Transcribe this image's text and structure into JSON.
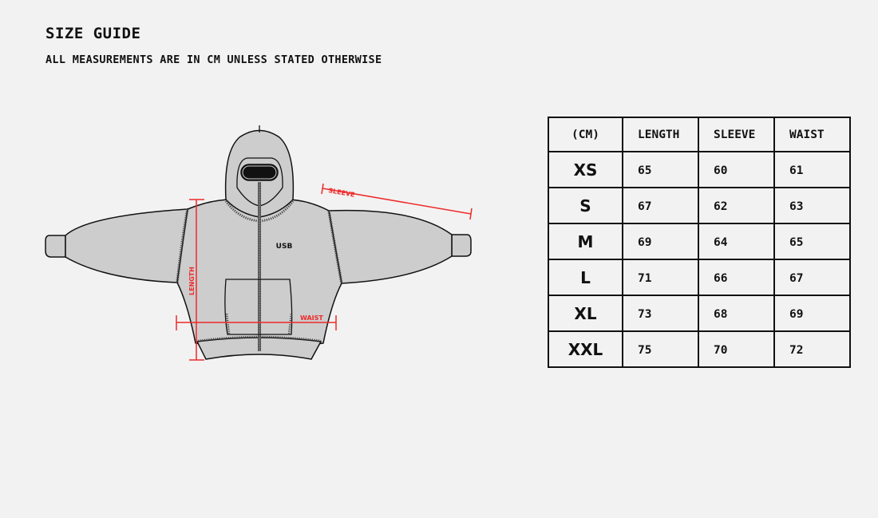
{
  "header": {
    "title": "SIZE GUIDE",
    "subtitle": "ALL MEASUREMENTS ARE IN CM UNLESS STATED OTHERWISE"
  },
  "diagram": {
    "labels": {
      "sleeve": "SLEEVE",
      "length": "LENGTH",
      "waist": "WAIST"
    },
    "logo_text": "USB",
    "colors": {
      "garment_fill": "#cdcdcd",
      "outline": "#111111",
      "measure_line": "#ee2a2a",
      "background": "#f2f2f2"
    }
  },
  "table": {
    "headers": [
      "(CM)",
      "LENGTH",
      "SLEEVE",
      "WAIST"
    ],
    "rows": [
      {
        "size": "XS",
        "length": "65",
        "sleeve": "60",
        "waist": "61"
      },
      {
        "size": "S",
        "length": "67",
        "sleeve": "62",
        "waist": "63"
      },
      {
        "size": "M",
        "length": "69",
        "sleeve": "64",
        "waist": "65"
      },
      {
        "size": "L",
        "length": "71",
        "sleeve": "66",
        "waist": "67"
      },
      {
        "size": "XL",
        "length": "73",
        "sleeve": "68",
        "waist": "69"
      },
      {
        "size": "XXL",
        "length": "75",
        "sleeve": "70",
        "waist": "72"
      }
    ]
  }
}
